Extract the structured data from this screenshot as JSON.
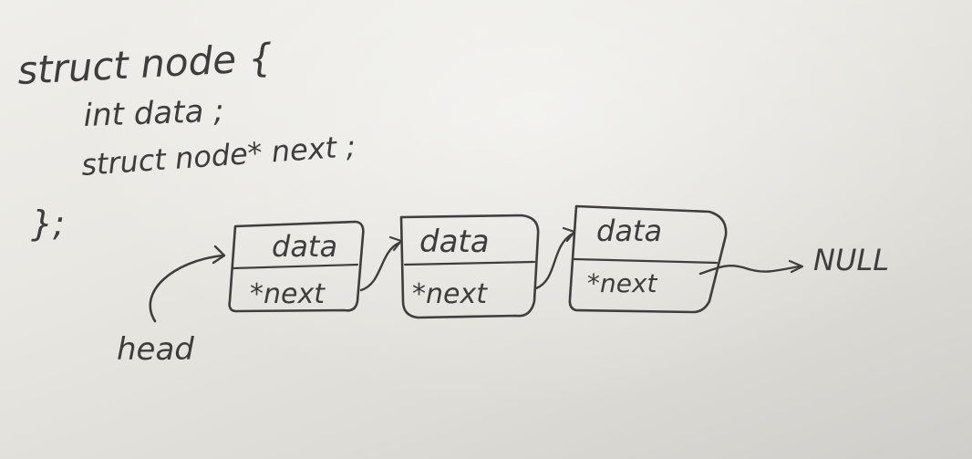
{
  "code": {
    "line1": "struct node {",
    "line2": "int  data ;",
    "line3": "struct node* next ;",
    "line4": "};"
  },
  "nodes": [
    {
      "field1": "data",
      "field2": "*next"
    },
    {
      "field1": "data",
      "field2": "*next"
    },
    {
      "field1": "data",
      "field2": "*next"
    }
  ],
  "labels": {
    "head": "head",
    "null": "NULL"
  },
  "ink_color": "#403e3c"
}
